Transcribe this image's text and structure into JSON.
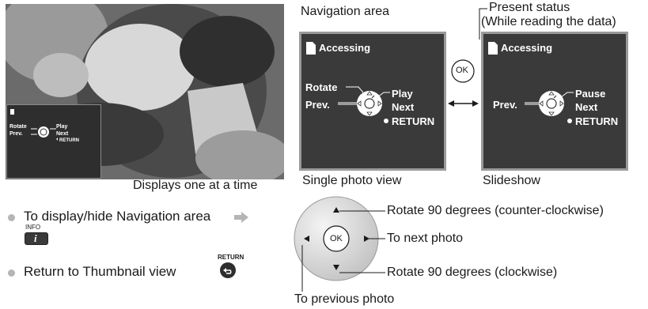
{
  "photo_example": {
    "caption": "Displays one at a time",
    "mini_nav": {
      "rotate": "Rotate",
      "prev": "Prev.",
      "play": "Play",
      "next": "Next",
      "return": "RETURN"
    }
  },
  "top_labels": {
    "navigation_area": "Navigation area",
    "present_status_line1": "Present status",
    "present_status_line2": "(While reading the data)"
  },
  "panel_single": {
    "accessing": "Accessing",
    "rotate": "Rotate",
    "prev": "Prev.",
    "play": "Play",
    "next": "Next",
    "return": "RETURN",
    "label": "Single photo view"
  },
  "ok_button": "OK",
  "panel_slideshow": {
    "accessing": "Accessing",
    "prev": "Prev.",
    "pause": "Pause",
    "next": "Next",
    "return": "RETURN",
    "label": "Slideshow"
  },
  "instructions": [
    {
      "text": "To display/hide Navigation area",
      "button_caption": "INFO",
      "button_glyph": "i"
    },
    {
      "text": "Return to Thumbnail view",
      "button_caption": "RETURN"
    }
  ],
  "dpad": {
    "ok": "OK",
    "up": "Rotate 90 degrees (counter-clockwise)",
    "right": "To next photo",
    "down": "Rotate 90 degrees (clockwise)",
    "left": "To previous photo"
  }
}
